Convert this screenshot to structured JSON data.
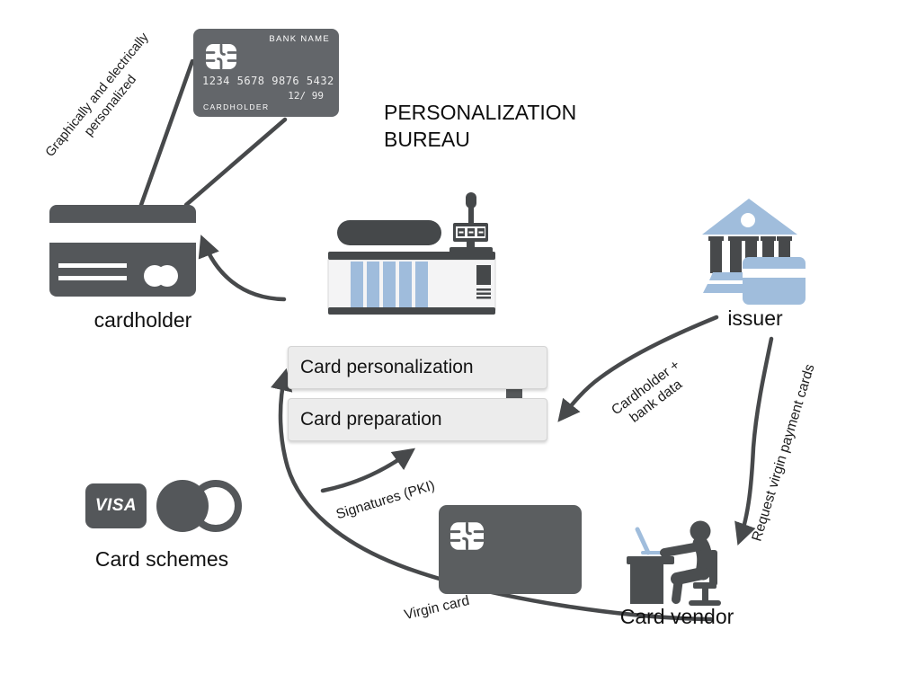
{
  "title": {
    "line1": "PERSONALIZATION",
    "line2": "BUREAU"
  },
  "annotation": {
    "line1": "Graphically and electrically",
    "line2": "personalized"
  },
  "top_card": {
    "bank_name": "BANK NAME",
    "number": "1234 5678 9876 5432",
    "expiry": "12/ 99",
    "holder": "CARDHOLDER"
  },
  "nodes": {
    "cardholder": {
      "label": "cardholder"
    },
    "issuer": {
      "label": "issuer"
    },
    "card_schemes": {
      "label": "Card schemes",
      "visa": "VISA"
    },
    "card_vendor": {
      "label": "Card vendor"
    }
  },
  "process_boxes": {
    "personalization": "Card personalization",
    "preparation": "Card preparation"
  },
  "flow_labels": {
    "cardholder_bank_line1": "Cardholder +",
    "cardholder_bank_line2": "bank data",
    "request_virgin_cards": "Request virgin payment cards",
    "signatures": "Signatures (PKI)",
    "virgin_card": "Virgin card"
  },
  "icons": {
    "machine": "personalization-machine-icon",
    "bank": "bank-issuer-icon",
    "vendor": "person-at-desk-icon",
    "visa": "visa-logo",
    "mastercard": "mastercard-circles-logo",
    "chip": "emv-chip-icon",
    "up_arrow": "up-block-arrow-icon"
  },
  "colors": {
    "dark": "#47494b",
    "card_gray": "#5b5e60",
    "light_blue": "#a0bddc",
    "box_fill": "#ececec",
    "white": "#ffffff"
  }
}
